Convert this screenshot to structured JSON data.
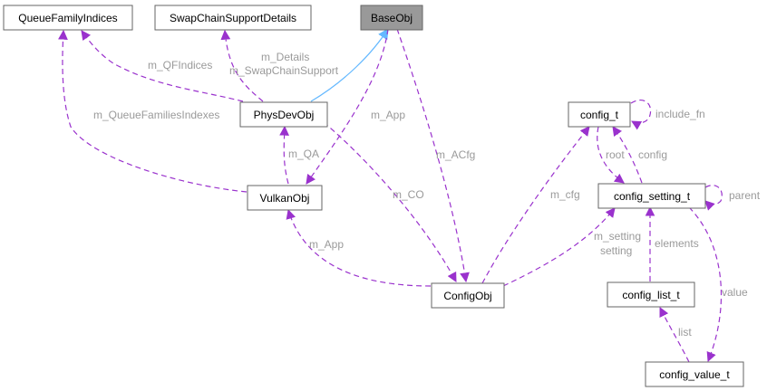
{
  "diagram": {
    "nodes": {
      "base_obj": "BaseObj",
      "queue_family_indices": "QueueFamilyIndices",
      "swap_chain_support_details": "SwapChainSupportDetails",
      "phys_dev_obj": "PhysDevObj",
      "vulkan_obj": "VulkanObj",
      "config_obj": "ConfigObj",
      "config_t": "config_t",
      "config_setting_t": "config_setting_t",
      "config_list_t": "config_list_t",
      "config_value_t": "config_value_t"
    },
    "edge_labels": {
      "m_details": "m_Details",
      "m_qfindices": "m_QFIndices",
      "m_swapchainsupport": "m_SwapChainSupport",
      "m_queuefamiliesindexes": "m_QueueFamiliesIndexes",
      "m_app_base": "m_App",
      "m_acfg": "m_ACfg",
      "m_qa": "m_QA",
      "m_co": "m_CO",
      "m_app_vulkan": "m_App",
      "m_cfg": "m_cfg",
      "m_setting": "m_setting",
      "setting": "setting",
      "include_fn": "include_fn",
      "root": "root",
      "config": "config",
      "parent": "parent",
      "elements": "elements",
      "value": "value",
      "list": "list"
    },
    "colors": {
      "member_edge": "#9a32cd",
      "inheritance_edge": "#63b8ff",
      "highlight_fill": "#999999",
      "node_border": "#666666",
      "label_text": "#9a9a9a"
    }
  }
}
